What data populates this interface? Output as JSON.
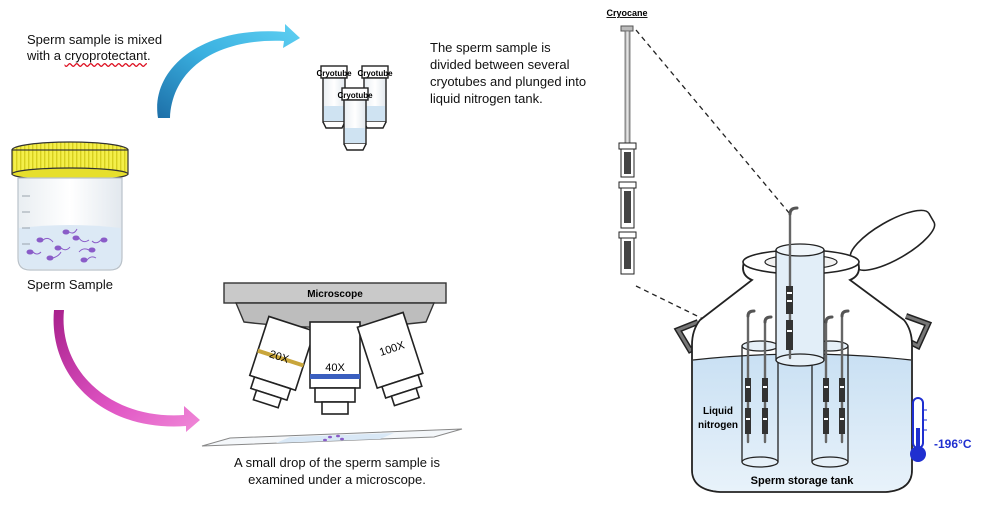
{
  "step_mix": {
    "line1": "Sperm  sample  is  mixed",
    "line2_prefix": "with a ",
    "line2_word": "cryoprotectant",
    "line2_suffix": "."
  },
  "step_divide": {
    "lines": [
      "The sperm sample is",
      "divided between several",
      "cryotubes and plunged into",
      "liquid nitrogen tank."
    ]
  },
  "step_microscope": {
    "lines": [
      "A small drop of the sperm sample is",
      "examined under a microscope."
    ]
  },
  "labels": {
    "sample_jar": "Sperm Sample",
    "cryotube": "Cryotube",
    "cryocane": "Cryocane",
    "microscope": "Microscope",
    "lens_20x": "20X",
    "lens_40x": "40X",
    "lens_100x": "100X",
    "liquid_nitrogen_line1": "Liquid",
    "liquid_nitrogen_line2": "nitrogen",
    "storage_tank": "Sperm storage tank",
    "temperature": "-196°C"
  },
  "colors": {
    "arrow_blue": "#2f9fd3",
    "arrow_magenta": "#d63fb6",
    "lid_yellow": "#f2ea3c",
    "liquid_blue": "#d6e8f6",
    "thermometer_blue": "#1f2fd0",
    "sperm_purple": "#8a5cc8"
  }
}
